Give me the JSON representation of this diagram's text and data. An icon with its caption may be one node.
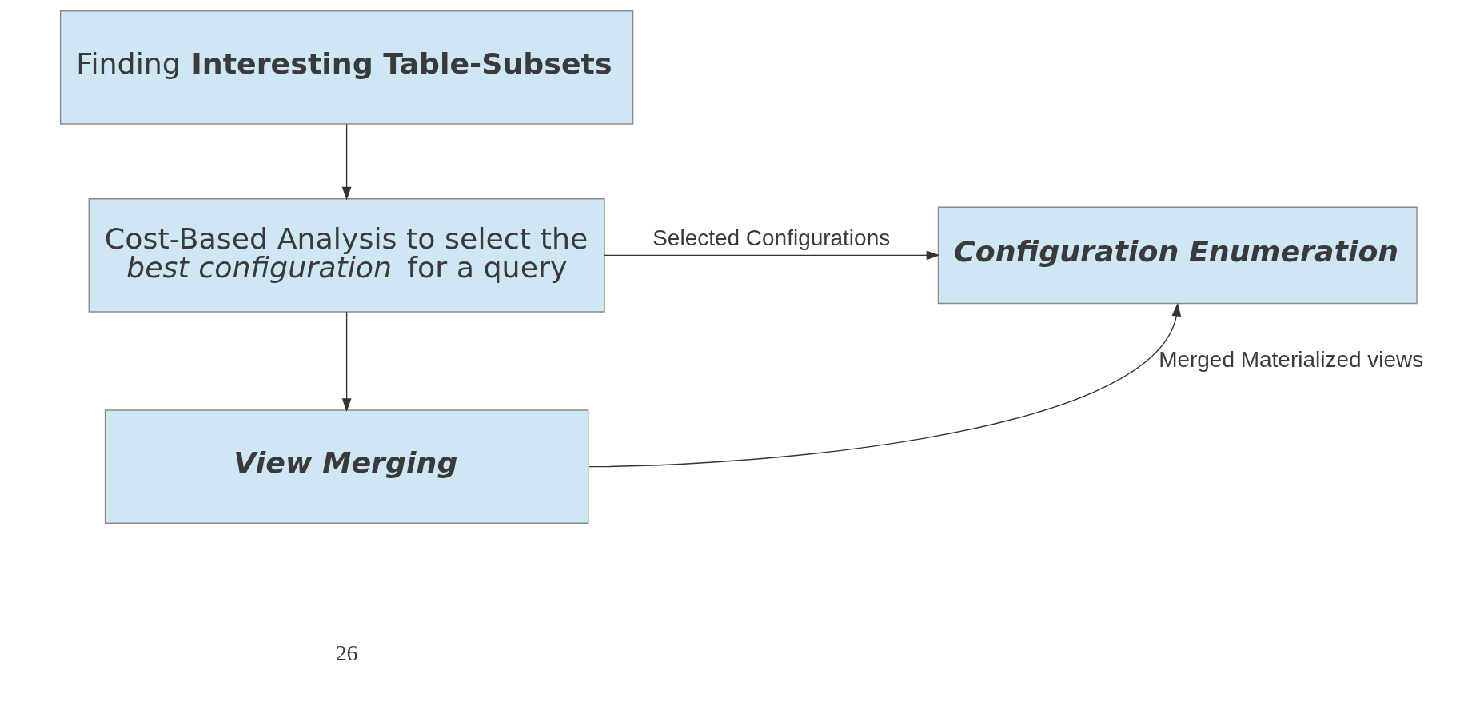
{
  "diagram": {
    "nodes": [
      {
        "text": [
          "Finding **Interesting Table-Subsets**"
        ]
      },
      {
        "text": [
          "Cost-Based Analysis to select the *best configuration* for a query"
        ]
      },
      {
        "text": [
          "Configuration Enumeration"
        ]
      },
      {
        "text": [
          "View Merging"
        ]
      }
    ],
    "edges": [
      {
        "from": 0,
        "to": 1,
        "arrow": "to"
      },
      {
        "from": 1,
        "to": 2,
        "arrow": "to",
        "label": "Selected Configurations"
      },
      {
        "from": 1,
        "to": 3,
        "arrow": "to"
      },
      {
        "from": 3,
        "to": 2,
        "arrow": "to",
        "label": "Merged Materialized views"
      }
    ],
    "labels": [
      "26"
    ]
  }
}
